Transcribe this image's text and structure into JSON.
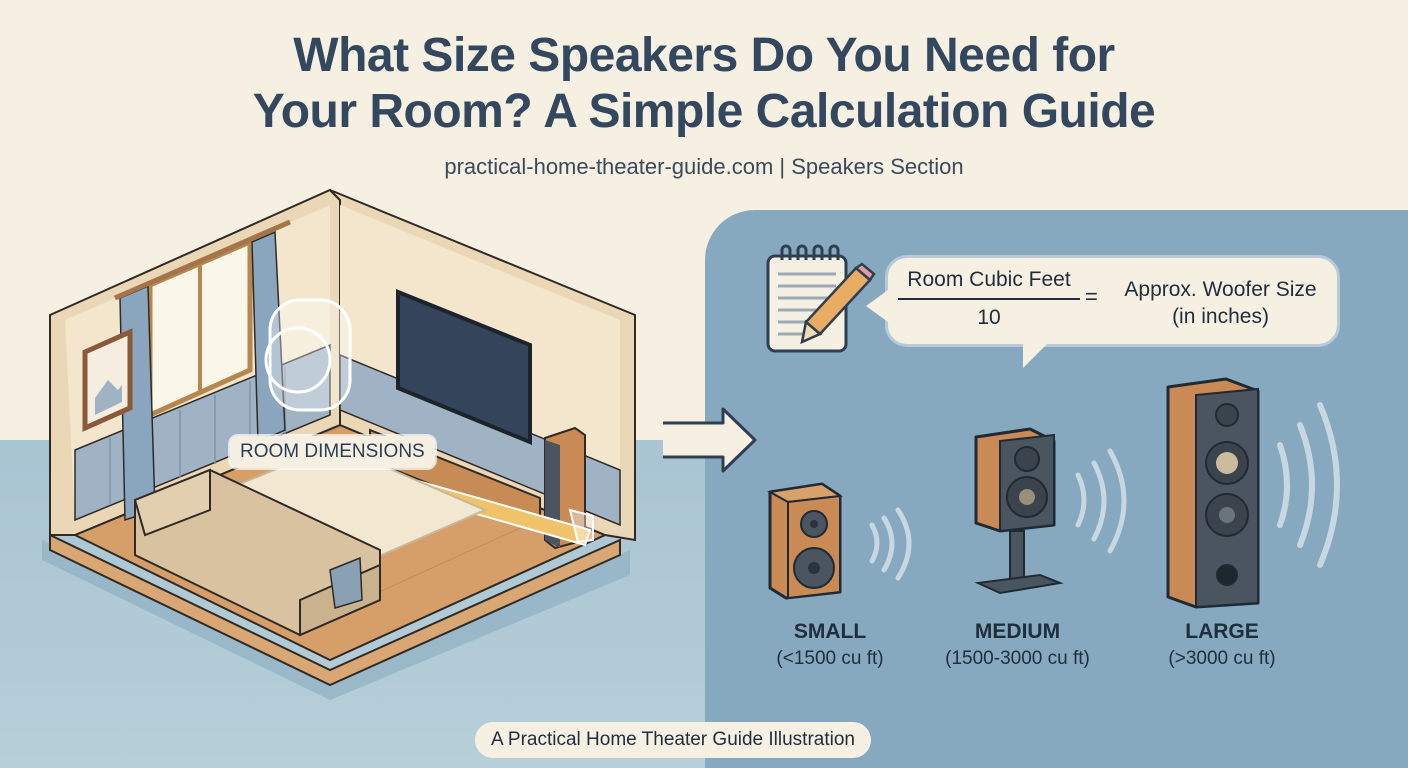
{
  "header": {
    "title_line1": "What Size Speakers Do You Need for",
    "title_line2": "Your Room? A Simple Calculation Guide",
    "subtitle": "practical-home-theater-guide.com | Speakers Section"
  },
  "room_illustration": {
    "label": "ROOM DIMENSIONS",
    "icons": [
      "room-icon",
      "tape-measure-icon",
      "tv-icon",
      "sofa-icon",
      "window-icon",
      "picture-frame-icon",
      "floor-speaker-icon"
    ]
  },
  "formula": {
    "numerator": "Room Cubic Feet",
    "denominator": "10",
    "equals": "=",
    "result_line1": "Approx. Woofer Size",
    "result_line2": "(in inches)",
    "icon": "notepad-pencil-icon"
  },
  "speakers": [
    {
      "name": "SMALL",
      "range": "(<1500 cu ft)",
      "icon": "bookshelf-speaker-icon"
    },
    {
      "name": "MEDIUM",
      "range": "(1500-3000 cu ft)",
      "icon": "stand-speaker-icon"
    },
    {
      "name": "LARGE",
      "range": "(>3000 cu ft)",
      "icon": "tower-speaker-icon"
    }
  ],
  "footer": {
    "caption": "A Practical Home Theater Guide Illustration"
  },
  "colors": {
    "background": "#f6f0e2",
    "panel": "#86a9bf",
    "floor": "#b6cfd9",
    "title": "#33475e",
    "wood": "#c98a55",
    "cabinet": "#4a5560"
  }
}
